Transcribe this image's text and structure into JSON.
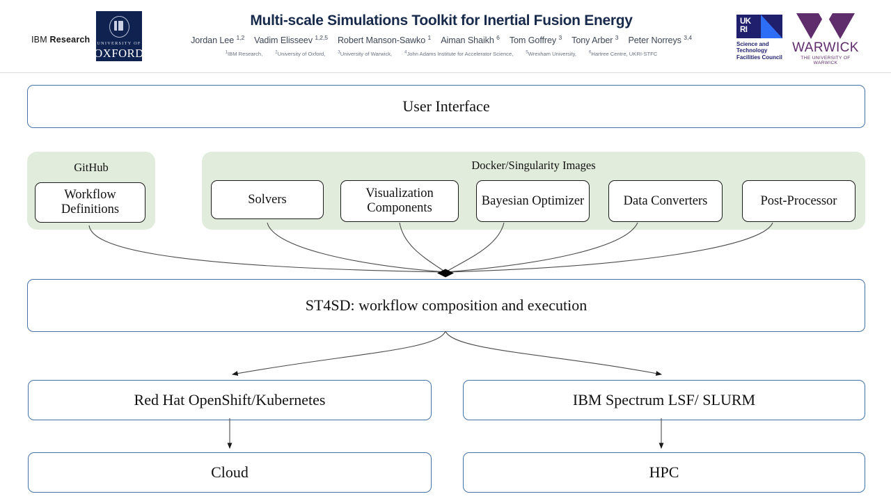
{
  "header": {
    "ibm_logo": {
      "ibm": "IBM ",
      "research": "Research"
    },
    "oxford_logo": {
      "university_of": "UNIVERSITY OF",
      "name": "OXFORD"
    },
    "title": "Multi-scale Simulations Toolkit for Inertial Fusion Energy",
    "authors": [
      {
        "name": "Jordan Lee",
        "sup": "1,2"
      },
      {
        "name": "Vadim Elisseev",
        "sup": "1,2,5"
      },
      {
        "name": "Robert Manson-Sawko",
        "sup": "1"
      },
      {
        "name": "Aiman Shaikh",
        "sup": "6"
      },
      {
        "name": "Tom Goffrey",
        "sup": "3"
      },
      {
        "name": "Tony Arber",
        "sup": "3"
      },
      {
        "name": "Peter Norreys",
        "sup": "3,4"
      }
    ],
    "affiliations": [
      {
        "sup": "1",
        "text": "IBM Research,"
      },
      {
        "sup": "2",
        "text": "University of Oxford,"
      },
      {
        "sup": "3",
        "text": "University of Warwick,"
      },
      {
        "sup": "4",
        "text": "John Adams Institute for Accelerator Science,"
      },
      {
        "sup": "5",
        "text": "Wrexham University,"
      },
      {
        "sup": "6",
        "text": "Hartree Centre, UKRI-STFC"
      }
    ],
    "ukri_logo": {
      "letters_top": "UK",
      "letters_bottom": "RI",
      "strapline_line1": "Science and",
      "strapline_line2": "Technology",
      "strapline_line3": "Facilities Council"
    },
    "warwick_logo": {
      "word": "WARWICK",
      "sub": "THE UNIVERSITY OF WARWICK"
    }
  },
  "diagram": {
    "user_interface": "User Interface",
    "github_panel_caption": "GitHub",
    "workflow_definitions": "Workflow Definitions",
    "images_panel_caption": "Docker/Singularity Images",
    "image_components": [
      "Solvers",
      "Visualization Components",
      "Bayesian Optimizer",
      "Data Converters",
      "Post-Processor"
    ],
    "st4sd": "ST4SD: workflow composition and execution",
    "orchestrators": [
      "Red Hat OpenShift/Kubernetes",
      "IBM Spectrum LSF/ SLURM"
    ],
    "targets": [
      "Cloud",
      "HPC"
    ]
  },
  "colors": {
    "blue_border": "#4472a8",
    "green_panel": "#e2ecdc",
    "title_navy": "#182a4b",
    "oxford_navy": "#102250",
    "warwick_purple": "#5f2d6b",
    "ukri_navy": "#1f1f6e",
    "ukri_blue": "#2e6df5"
  }
}
